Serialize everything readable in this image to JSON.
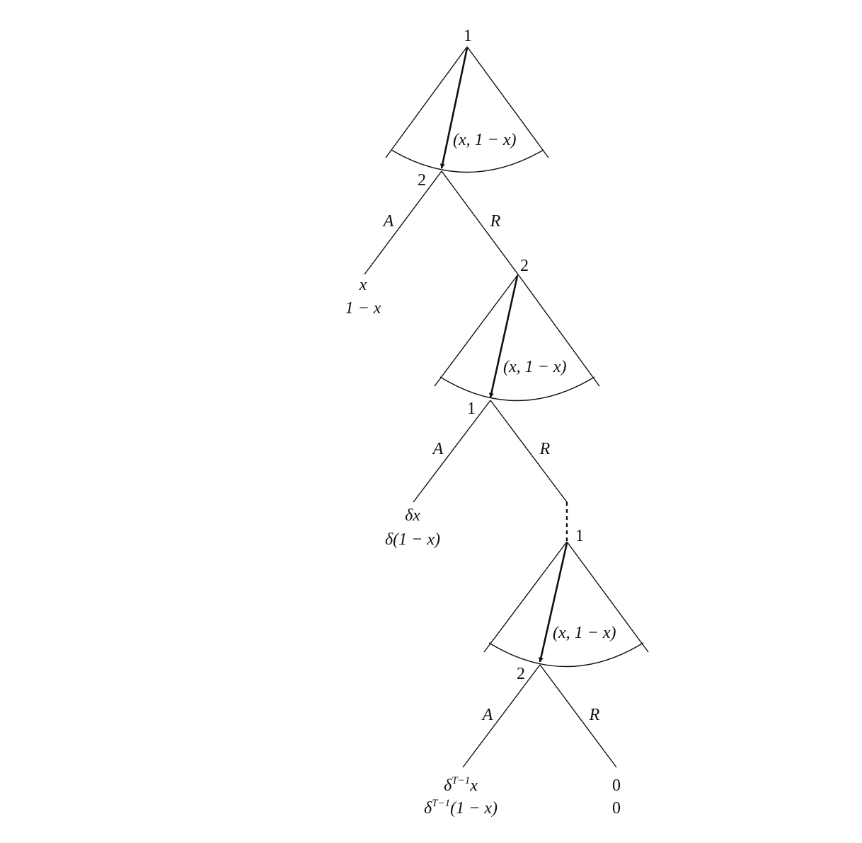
{
  "stage1": {
    "proposer": "1",
    "offer": "(x, 1 − x)",
    "responder": "2",
    "accept": "A",
    "reject": "R",
    "payoff_p1": "x",
    "payoff_p2": "1 − x"
  },
  "stage2": {
    "proposer": "2",
    "offer": "(x, 1 − x)",
    "responder": "1",
    "accept": "A",
    "reject": "R",
    "payoff_p1": "δx",
    "payoff_p2": "δ(1 − x)"
  },
  "stage_final": {
    "proposer": "1",
    "offer": "(x, 1 − x)",
    "responder": "2",
    "accept": "A",
    "reject": "R",
    "payoff_p1_base": "δ",
    "payoff_p1_exp": "T−1",
    "payoff_p1_tail": "x",
    "payoff_p2_base": "δ",
    "payoff_p2_exp": "T−1",
    "payoff_p2_tail": "(1 − x)",
    "reject_payoff_p1": "0",
    "reject_payoff_p2": "0"
  }
}
